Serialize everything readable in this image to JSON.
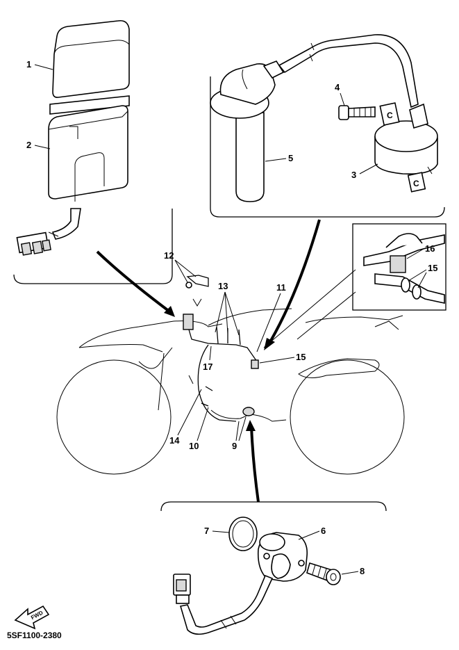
{
  "diagram": {
    "code": "5SF1100-2380",
    "fwd_label": "FWD",
    "callouts": {
      "c1": "1",
      "c2": "2",
      "c3": "3",
      "c4": "4",
      "c5": "5",
      "c6": "6",
      "c7": "7",
      "c8": "8",
      "c9": "9",
      "c10": "10",
      "c11": "11",
      "c12": "12",
      "c13": "13",
      "c14": "14",
      "c15a": "15",
      "c15b": "15",
      "c16": "16",
      "c17": "17"
    },
    "coil_marks": {
      "m1": "C",
      "m2": "C"
    }
  }
}
